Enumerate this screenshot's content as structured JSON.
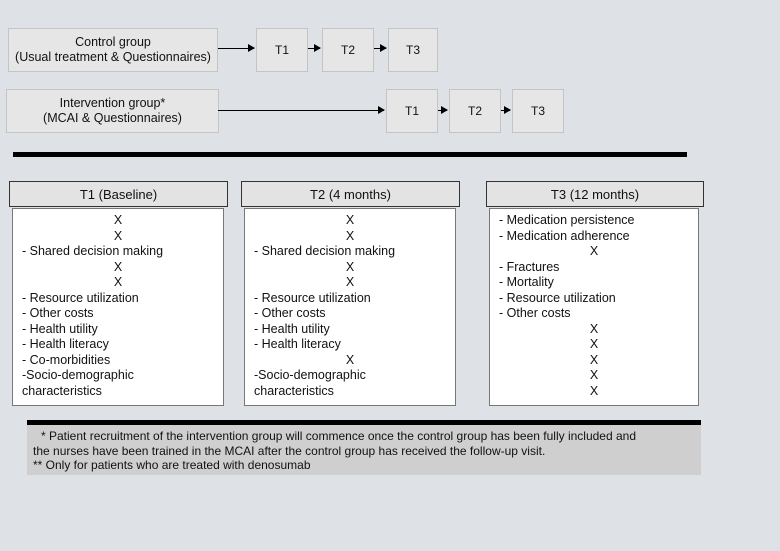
{
  "control_group": {
    "line1": "Control group",
    "line2": "(Usual treatment & Questionnaires)"
  },
  "intervention_group": {
    "line1": "Intervention group*",
    "line2": "(MCAI & Questionnaires)"
  },
  "timepoints": [
    "T1",
    "T2",
    "T3"
  ],
  "columns": [
    {
      "header": "T1 (Baseline)",
      "lines": [
        "X",
        "X",
        "- Shared decision making",
        "X",
        "X",
        "- Resource utilization",
        "- Other costs",
        "- Health utility",
        "- Health literacy",
        "- Co-morbidities",
        "-Socio-demographic",
        "characteristics"
      ]
    },
    {
      "header": "T2 (4 months)",
      "lines": [
        "X",
        "X",
        "- Shared decision making",
        "X",
        "X",
        "- Resource utilization",
        "- Other costs",
        "- Health utility",
        "- Health literacy",
        "X",
        "-Socio-demographic",
        "characteristics"
      ]
    },
    {
      "header": "T3 (12 months)",
      "lines": [
        "- Medication persistence",
        "- Medication adherence",
        "X",
        "- Fractures",
        "- Mortality",
        "- Resource utilization",
        "- Other costs",
        "X",
        "X",
        "X",
        "X",
        "X"
      ]
    }
  ],
  "footnote": {
    "line1": "* Patient recruitment of the intervention group will commence once the control group has been fully included and",
    "line2": "the nurses have been trained in the MCAI after the control group has received the follow-up visit.",
    "line3": "** Only for patients who are treated with denosumab"
  }
}
